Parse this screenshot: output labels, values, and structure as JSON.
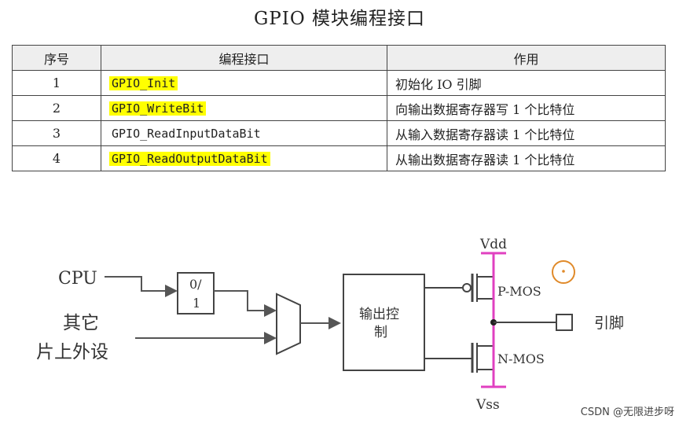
{
  "title": "GPIO 模块编程接口",
  "table": {
    "headers": [
      "序号",
      "编程接口",
      "作用"
    ],
    "rows": [
      {
        "num": "1",
        "fn": "GPIO_Init",
        "use": "初始化 IO 引脚",
        "highlight": true
      },
      {
        "num": "2",
        "fn": "GPIO_WriteBit",
        "use": "向输出数据寄存器写 1 个比特位",
        "highlight": true
      },
      {
        "num": "3",
        "fn": "GPIO_ReadInputDataBit",
        "use": "从输入数据寄存器读 1 个比特位",
        "highlight": false
      },
      {
        "num": "4",
        "fn": "GPIO_ReadOutputDataBit",
        "use": "从输出数据寄存器读 1 个比特位",
        "highlight": true
      }
    ],
    "highlight_color": "#ffff00"
  },
  "diagram": {
    "cpu_label": "CPU",
    "other_label_line1": "其它",
    "other_label_line2": "片上外设",
    "mux_top": "0/",
    "mux_bottom": "1",
    "output_ctrl_line1": "输出控",
    "output_ctrl_line2": "制",
    "vdd_label": "Vdd",
    "vss_label": "Vss",
    "pmos_label": "P-MOS",
    "nmos_label": "N-MOS",
    "pin_label": "引脚",
    "rail_color": "#e040c0",
    "marker_color": "#e08a2a"
  },
  "watermark": "CSDN @无限进步呀"
}
